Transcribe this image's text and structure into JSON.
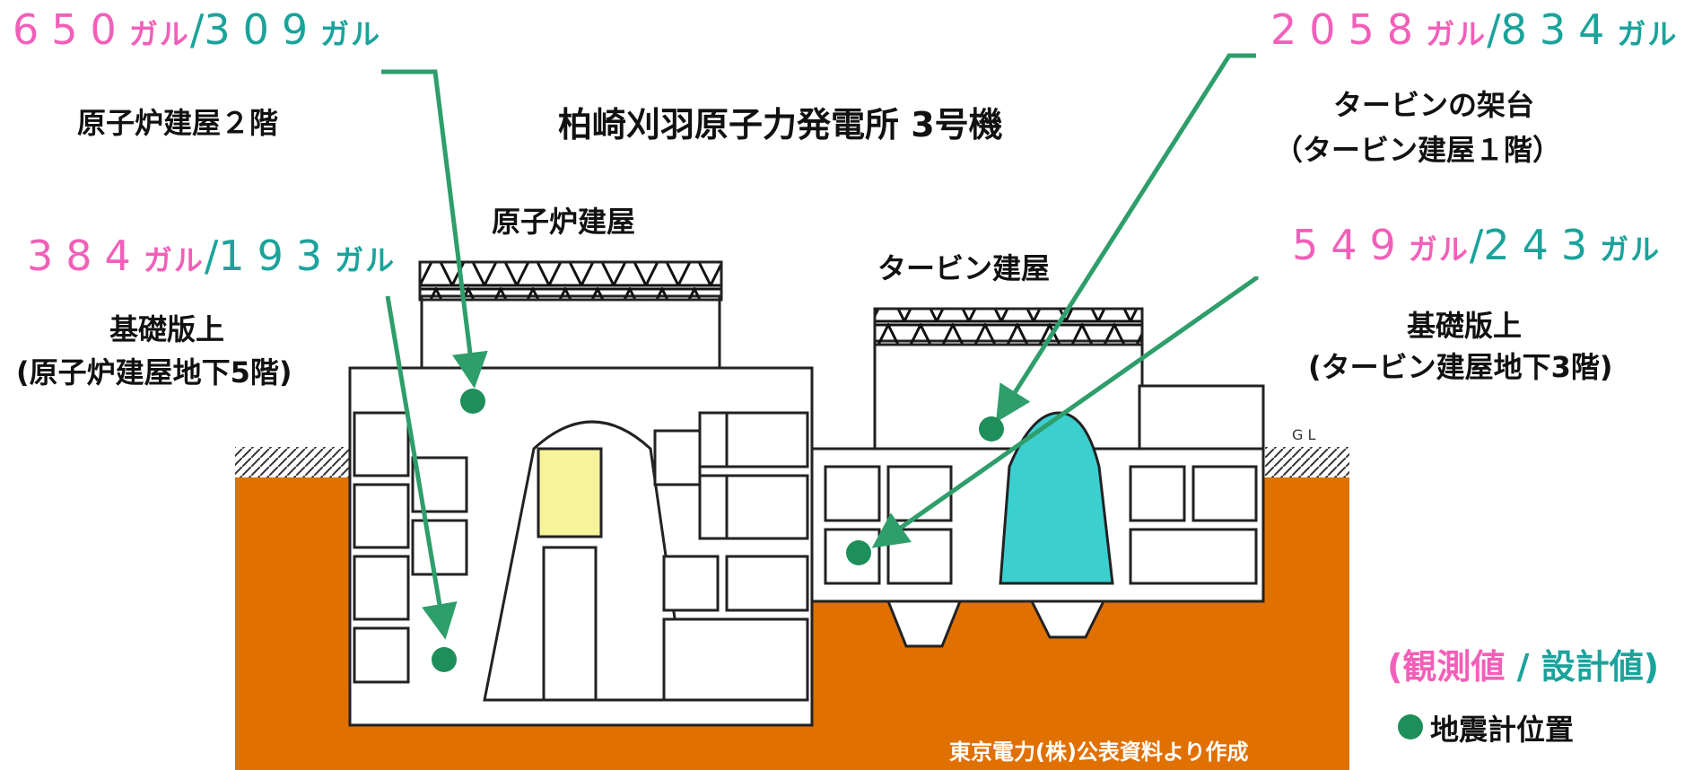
{
  "title": "柏崎刈羽原子力発電所 3号機",
  "unit_label": "ガル",
  "buildings": {
    "reactor": "原子炉建屋",
    "turbine": "タービン建屋"
  },
  "gl_label": "G L",
  "readings": [
    {
      "observed": "650",
      "design": "309",
      "location": "原子炉建屋２階",
      "location_sub": ""
    },
    {
      "observed": "384",
      "design": "193",
      "location": "基礎版上",
      "location_sub": "(原子炉建屋地下5階)"
    },
    {
      "observed": "2058",
      "design": "834",
      "location": "タービンの架台",
      "location_sub": "（タービン建屋１階）"
    },
    {
      "observed": "549",
      "design": "243",
      "location": "基礎版上",
      "location_sub": "(タービン建屋地下3階)"
    }
  ],
  "legend": {
    "observed_label": "観測値",
    "separator": " / ",
    "design_label": "設計値",
    "open": "(",
    "close": ")",
    "marker_label": "地震計位置"
  },
  "source": "東京電力(株)公表資料より作成",
  "colors": {
    "ground": "#e07000",
    "observed": "#f25fb9",
    "design": "#1aa39b",
    "marker": "#1e8f5a",
    "arrow": "#2e9e6a",
    "reactor_vessel": "#f6f39a",
    "turbine_vessel": "#3ccfcf"
  }
}
